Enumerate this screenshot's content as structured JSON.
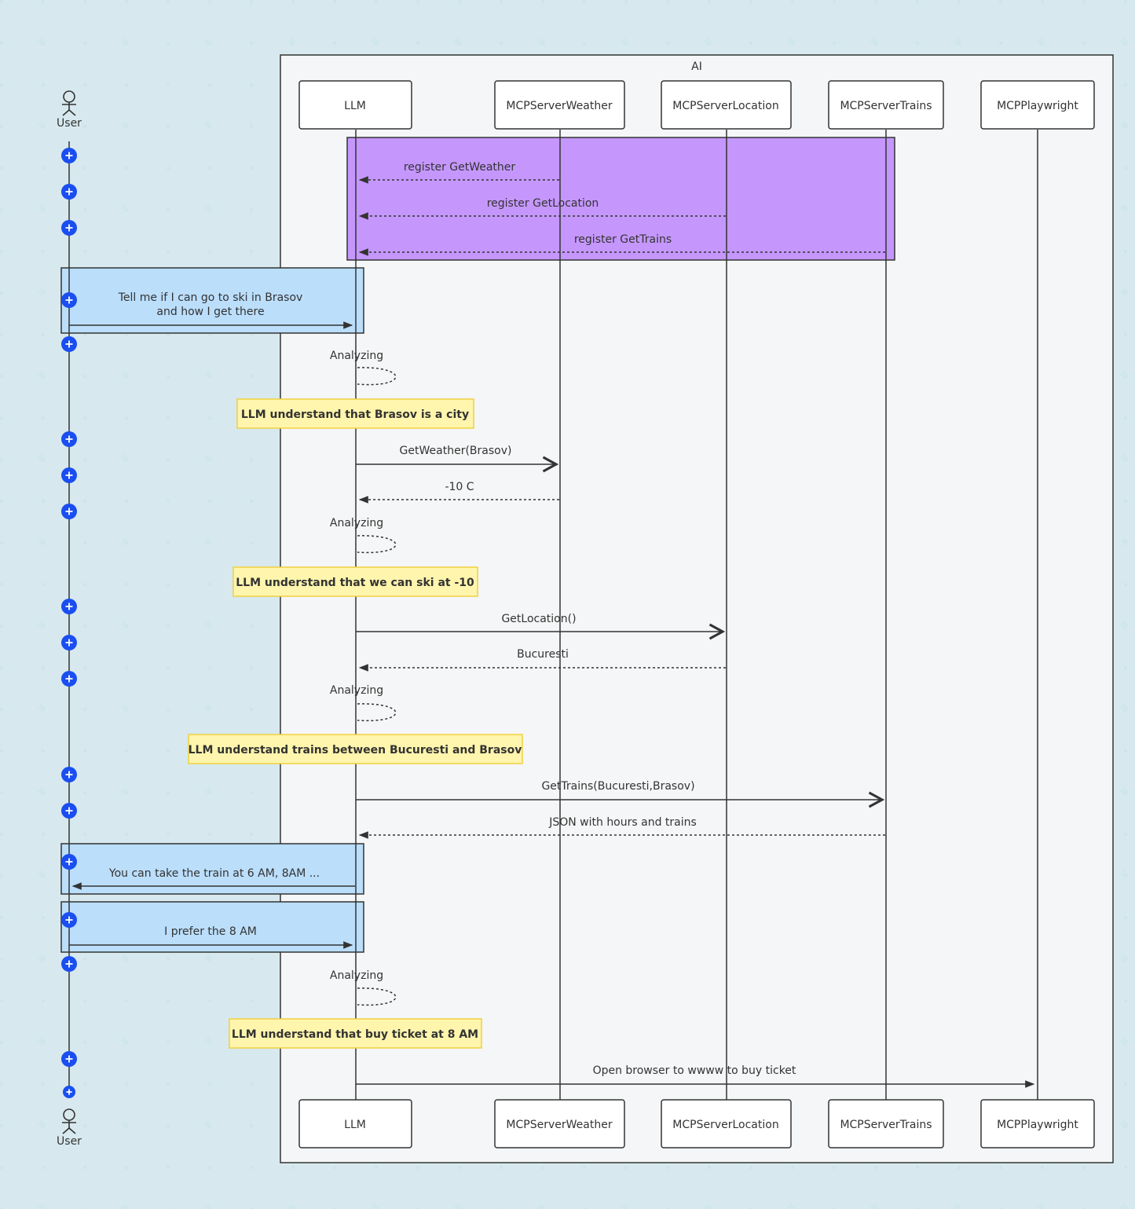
{
  "group": {
    "label": "AI"
  },
  "actor": {
    "label": "User"
  },
  "participants": [
    {
      "id": "llm",
      "label": "LLM"
    },
    {
      "id": "weather",
      "label": "MCPServerWeather"
    },
    {
      "id": "location",
      "label": "MCPServerLocation"
    },
    {
      "id": "trains",
      "label": "MCPServerTrains"
    },
    {
      "id": "playwright",
      "label": "MCPPlaywright"
    }
  ],
  "messages": [
    {
      "label": "register GetWeather",
      "from": "weather",
      "to": "llm",
      "style": "dashed"
    },
    {
      "label": "register GetLocation",
      "from": "location",
      "to": "llm",
      "style": "dashed"
    },
    {
      "label": "register GetTrains",
      "from": "trains",
      "to": "llm",
      "style": "dashed"
    },
    {
      "label": "Tell me if I can go to ski in Brasov",
      "label2": "and how I get there",
      "from": "user",
      "to": "llm",
      "style": "solid"
    },
    {
      "label": "Analyzing",
      "self": "llm"
    },
    {
      "label": "GetWeather(Brasov)",
      "from": "llm",
      "to": "weather",
      "style": "solid"
    },
    {
      "label": "-10 C",
      "from": "weather",
      "to": "llm",
      "style": "dashed"
    },
    {
      "label": "Analyzing",
      "self": "llm"
    },
    {
      "label": "GetLocation()",
      "from": "llm",
      "to": "location",
      "style": "solid"
    },
    {
      "label": "Bucuresti",
      "from": "location",
      "to": "llm",
      "style": "dashed"
    },
    {
      "label": "Analyzing",
      "self": "llm"
    },
    {
      "label": "GetTrains(Bucuresti,Brasov)",
      "from": "llm",
      "to": "trains",
      "style": "solid"
    },
    {
      "label": "JSON with hours and trains",
      "from": "trains",
      "to": "llm",
      "style": "dashed"
    },
    {
      "label": "You can take the train at 6 AM, 8AM ...",
      "from": "llm",
      "to": "user",
      "style": "solid"
    },
    {
      "label": "I prefer the 8 AM",
      "from": "user",
      "to": "llm",
      "style": "solid"
    },
    {
      "label": "Analyzing",
      "self": "llm"
    },
    {
      "label": "Open browser to wwww to buy ticket",
      "from": "llm",
      "to": "playwright",
      "style": "solid"
    }
  ],
  "notes": [
    {
      "label": "LLM understand that Brasov is a city"
    },
    {
      "label": "LLM understand that we can ski at -10"
    },
    {
      "label": "LLM understand trains between Bucuresti and Brasov"
    },
    {
      "label": "LLM understand that buy ticket at 8 AM"
    }
  ],
  "colors": {
    "register_block": "#c597fd",
    "user_block": "#bbdefb",
    "note_fill": "#fff5ad",
    "note_border": "#f0d040",
    "marker": "#1a4ef0"
  }
}
